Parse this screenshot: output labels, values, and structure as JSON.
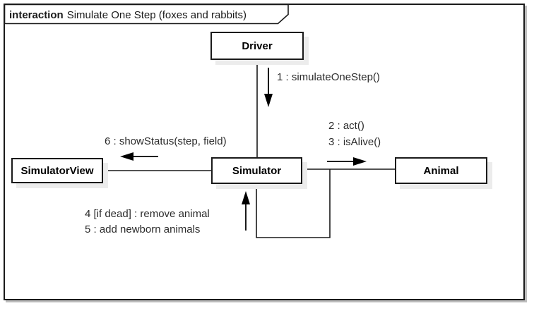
{
  "frame": {
    "title_keyword": "interaction",
    "title_text": "Simulate One Step (foxes and rabbits)"
  },
  "objects": {
    "driver": {
      "label": "Driver"
    },
    "simulator_view": {
      "label": "SimulatorView"
    },
    "simulator": {
      "label": "Simulator"
    },
    "animal": {
      "label": "Animal"
    }
  },
  "messages": {
    "msg1": {
      "label": "1 : simulateOneStep()",
      "direction": "down"
    },
    "msg2": {
      "label": "2 : act()",
      "direction": "right"
    },
    "msg3": {
      "label": "3 : isAlive()",
      "direction": "right"
    },
    "msg4": {
      "label": "4 [if dead] : remove animal",
      "direction": "up"
    },
    "msg5": {
      "label": "5 : add newborn animals",
      "direction": "up"
    },
    "msg6": {
      "label": "6 : showStatus(step, field)",
      "direction": "left"
    }
  },
  "colors": {
    "line": "#1a1a1a",
    "box_fill": "#ffffff",
    "box_shadow": "#ececec",
    "frame_shadow": "#bdbdbd",
    "text": "#2b2b2b",
    "background": "#ffffff"
  }
}
